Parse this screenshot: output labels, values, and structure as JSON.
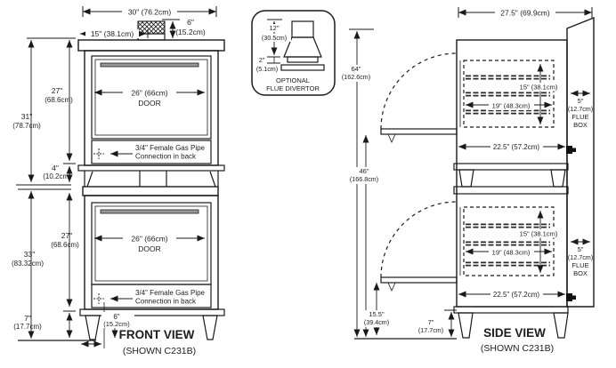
{
  "front_view": {
    "title": "FRONT VIEW",
    "model_note": "(SHOWN C231B)",
    "dims": {
      "overall_width": "30\" (76.2cm)",
      "flue_offset": "15\" (38.1cm)",
      "flue_height_in": "6\"",
      "flue_height_cm": "(15.2cm)",
      "upper_section_in": "31\"",
      "upper_section_cm": "(78.7cm)",
      "door_height_in": "27\"",
      "door_height_cm": "(68.6cm)",
      "stack_gap_in": "4\"",
      "stack_gap_cm": "(10.2cm)",
      "lower_section_in": "33\"",
      "lower_section_cm": "(83.32cm)",
      "leg_height_in": "7\"",
      "leg_height_cm": "(17.7cm)",
      "leg_inset_in": "6\"",
      "leg_inset_cm": "(15.2cm)",
      "door_width": "26\" (66cm)",
      "door_label": "DOOR"
    },
    "gas_note": {
      "line1": "3/4\" Female Gas Pipe",
      "line2": "Connection in back"
    }
  },
  "flue_divertor": {
    "height_in": "12\"",
    "height_cm": "(30.5cm)",
    "clearance_in": "2\"",
    "clearance_cm": "(5.1cm)",
    "label_line1": "OPTIONAL",
    "label_line2": "FLUE DIVERTOR"
  },
  "side_view": {
    "title": "SIDE VIEW",
    "model_note": "(SHOWN C231B)",
    "dims": {
      "overall_depth": "27.5\" (69.9cm)",
      "total_height_in": "64\"",
      "total_height_cm": "(162.6cm)",
      "door_open_height_in": "46\"",
      "door_open_height_cm": "(166.8cm)",
      "cavity_height": "15\" (38.1cm)",
      "cavity_depth": "19\" (48.3cm)",
      "body_depth": "22.5\" (57.2cm)",
      "flue_box_in": "5\"",
      "flue_box_cm": "(12.7cm)",
      "flue_box_label1": "FLUE",
      "flue_box_label2": "BOX",
      "lower_door_open_in": "15.5\"",
      "lower_door_open_cm": "(39.4cm)",
      "leg_height_in": "7\"",
      "leg_height_cm": "(17.7cm)"
    }
  }
}
